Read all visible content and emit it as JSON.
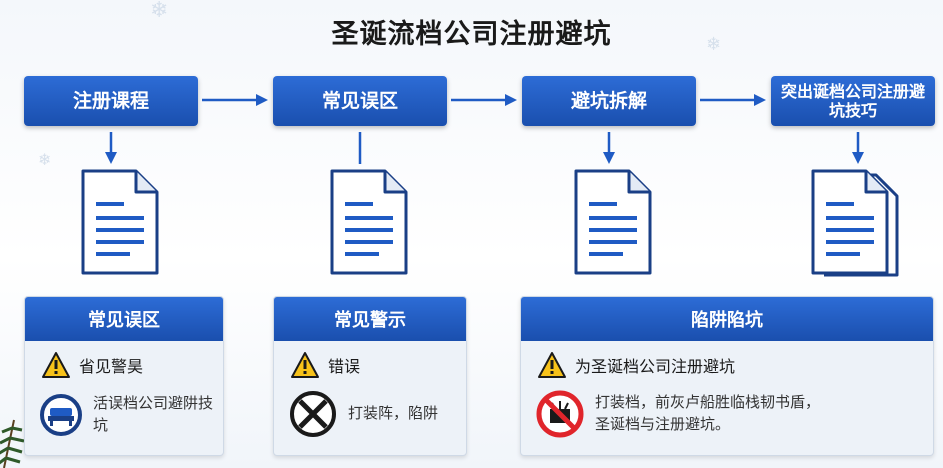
{
  "title": "圣诞流档公司注册避坑",
  "steps": [
    {
      "label": "注册课程"
    },
    {
      "label": "常见误区"
    },
    {
      "label": "避坑拆解"
    },
    {
      "label": "突出诞档公司注册避坑技巧"
    }
  ],
  "cards": [
    {
      "header": "常见误区",
      "warning": "省见警昊",
      "detail": "活误档公司避阱技坑"
    },
    {
      "header": "常见警示",
      "warning": "错误",
      "detail": "打装阵，陷阱"
    },
    {
      "header": "陷阱陷坑",
      "warning": "为圣诞档公司注册避坑",
      "detail_line1": "打装档，前灰卢船胜临栈韧书盾，",
      "detail_line2": "圣诞档与注册避坑。"
    }
  ],
  "colors": {
    "primary": "#1f5bc4",
    "warning": "#f7c21a",
    "prohibit": "#e0252b"
  }
}
